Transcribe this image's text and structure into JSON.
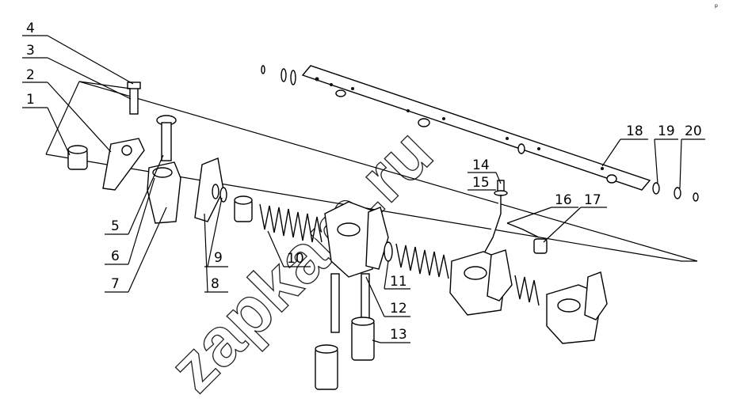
{
  "watermark": "zapkam.ru",
  "corner_mark": "p",
  "callouts": [
    {
      "id": "c1",
      "text": "1"
    },
    {
      "id": "c2",
      "text": "2"
    },
    {
      "id": "c3",
      "text": "3"
    },
    {
      "id": "c4",
      "text": "4"
    },
    {
      "id": "c5",
      "text": "5"
    },
    {
      "id": "c6",
      "text": "6"
    },
    {
      "id": "c7",
      "text": "7"
    },
    {
      "id": "c8",
      "text": "8"
    },
    {
      "id": "c9",
      "text": "9"
    },
    {
      "id": "c10",
      "text": "10"
    },
    {
      "id": "c11",
      "text": "11"
    },
    {
      "id": "c12",
      "text": "12"
    },
    {
      "id": "c13",
      "text": "13"
    },
    {
      "id": "c14",
      "text": "14"
    },
    {
      "id": "c15",
      "text": "15"
    },
    {
      "id": "c16",
      "text": "16"
    },
    {
      "id": "c17",
      "text": "17"
    },
    {
      "id": "c18",
      "text": "18"
    },
    {
      "id": "c19",
      "text": "19"
    },
    {
      "id": "c20",
      "text": "20"
    }
  ]
}
